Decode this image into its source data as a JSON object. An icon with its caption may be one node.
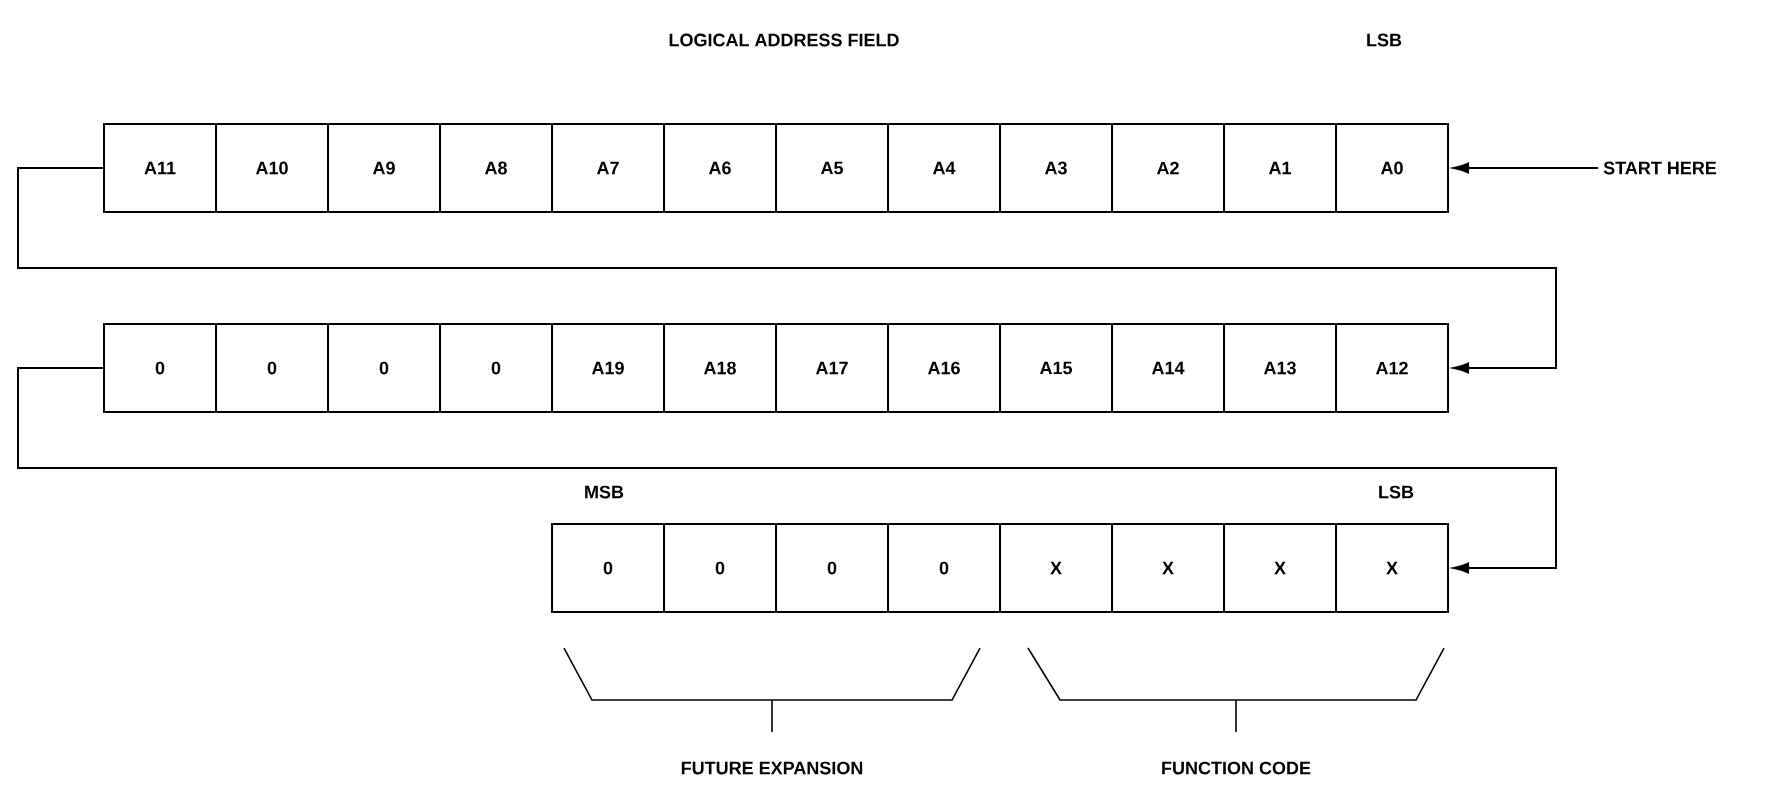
{
  "diagram": {
    "nodes": [
      {
        "text": [
          "A11"
        ]
      },
      {
        "text": [
          "A10"
        ]
      },
      {
        "text": [
          "A9"
        ]
      },
      {
        "text": [
          "A8"
        ]
      },
      {
        "text": [
          "A7"
        ]
      },
      {
        "text": [
          "A6"
        ]
      },
      {
        "text": [
          "A5"
        ]
      },
      {
        "text": [
          "A4"
        ]
      },
      {
        "text": [
          "A3"
        ]
      },
      {
        "text": [
          "A2"
        ]
      },
      {
        "text": [
          "A1"
        ]
      },
      {
        "text": [
          "A0"
        ]
      },
      {
        "text": [
          "START HERE"
        ]
      },
      {
        "text": [
          "0"
        ]
      },
      {
        "text": [
          "0"
        ]
      },
      {
        "text": [
          "0"
        ]
      },
      {
        "text": [
          "0"
        ]
      },
      {
        "text": [
          "A19"
        ]
      },
      {
        "text": [
          "A18"
        ]
      },
      {
        "text": [
          "A17"
        ]
      },
      {
        "text": [
          "A16"
        ]
      },
      {
        "text": [
          "A15"
        ]
      },
      {
        "text": [
          "A14"
        ]
      },
      {
        "text": [
          "A13"
        ]
      },
      {
        "text": [
          "A12"
        ]
      },
      {
        "text": [
          "0"
        ]
      },
      {
        "text": [
          "0"
        ]
      },
      {
        "text": [
          "0"
        ]
      },
      {
        "text": [
          "0"
        ]
      },
      {
        "text": [
          "X"
        ]
      },
      {
        "text": [
          "X"
        ]
      },
      {
        "text": [
          "X"
        ]
      },
      {
        "text": [
          "X"
        ]
      }
    ],
    "edges": [
      {
        "from": 12,
        "to": 11,
        "arrow": "to"
      },
      {
        "from": 0,
        "to": 24,
        "arrow": "to"
      },
      {
        "from": 13,
        "to": 32,
        "arrow": "to"
      }
    ],
    "labels": [
      "LOGICAL ADDRESS FIELD",
      "LSB",
      "MSB",
      "LSB",
      "FUTURE EXPANSION",
      "FUNCTION CODE"
    ]
  }
}
